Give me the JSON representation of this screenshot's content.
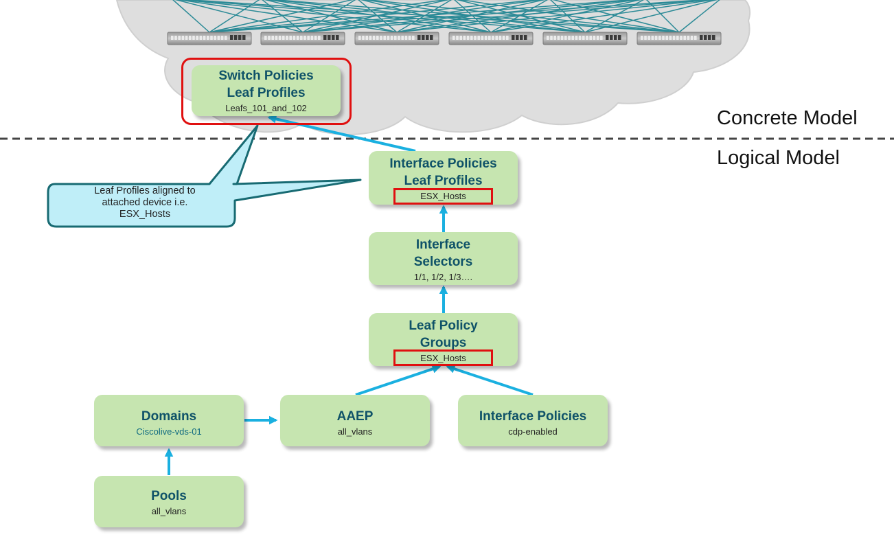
{
  "model_labels": {
    "concrete": "Concrete Model",
    "logical": "Logical Model"
  },
  "callout": {
    "line1": "Leaf Profiles aligned to",
    "line2": "attached device i.e.",
    "line3": "ESX_Hosts"
  },
  "nodes": {
    "switch_policies": {
      "title1": "Switch Policies",
      "title2": "Leaf Profiles",
      "sub": "Leafs_101_and_102"
    },
    "interface_leaf_profiles": {
      "title1": "Interface Policies",
      "title2": "Leaf Profiles",
      "sub": "ESX_Hosts"
    },
    "interface_selectors": {
      "title1": "Interface",
      "title2": "Selectors",
      "sub": "1/1, 1/2, 1/3…."
    },
    "leaf_policy_groups": {
      "title1": "Leaf Policy",
      "title2": "Groups",
      "sub": "ESX_Hosts"
    },
    "domains": {
      "title": "Domains",
      "sub": "Ciscolive-vds-01"
    },
    "aaep": {
      "title": "AAEP",
      "sub": "all_vlans"
    },
    "interface_policies": {
      "title": "Interface Policies",
      "sub": "cdp-enabled"
    },
    "pools": {
      "title": "Pools",
      "sub": "all_vlans"
    }
  },
  "colors": {
    "node_fill": "#c6e5b0",
    "node_title": "#0f5268",
    "arrow": "#1ab0e0",
    "highlight": "#e01010",
    "callout_fill": "#bfeef8",
    "callout_border": "#176a72",
    "cloud": "#dedede"
  },
  "icons": [
    "network-fabric-cloud-icon",
    "leaf-switch-icon"
  ]
}
